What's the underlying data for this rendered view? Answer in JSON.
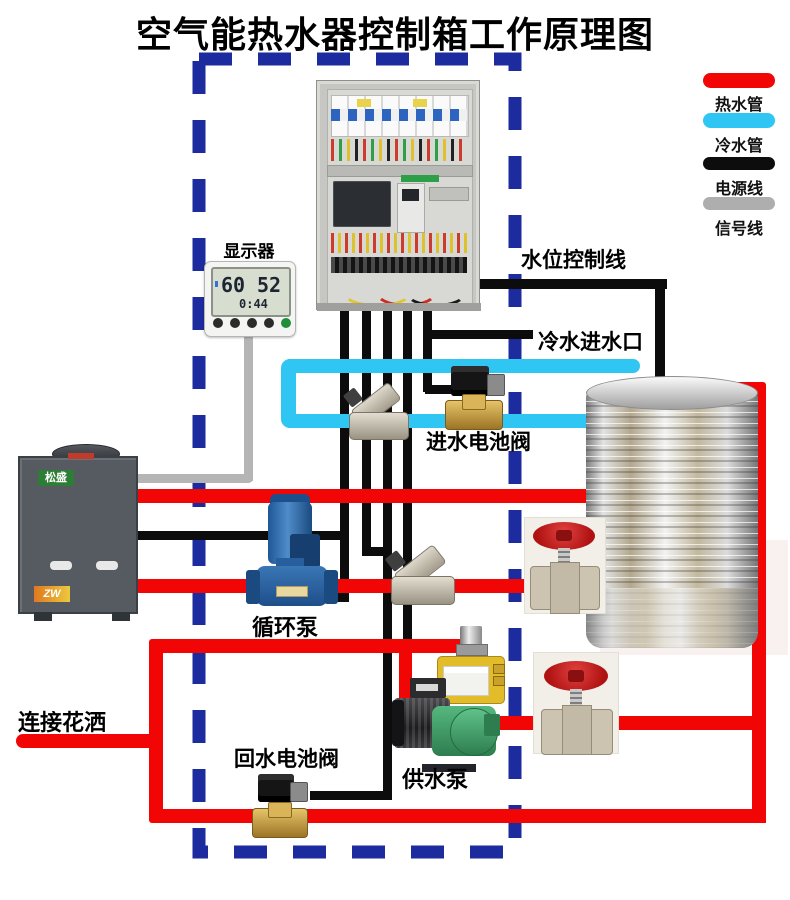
{
  "title": "空气能热水器控制箱工作原理图",
  "legend": {
    "items": [
      {
        "label": "热水管",
        "color": "#f10505"
      },
      {
        "label": "冷水管",
        "color": "#2fc6f3"
      },
      {
        "label": "电源线",
        "color": "#0d0d0d"
      },
      {
        "label": "信号线",
        "color": "#aeaeae"
      }
    ]
  },
  "labels": {
    "display_unit": "显示器",
    "water_level_control_line": "水位控制线",
    "cold_water_inlet": "冷水进水口",
    "inlet_solenoid_valve": "进水电池阀",
    "circulation_pump": "循环泵",
    "return_solenoid_valve": "回水电池阀",
    "supply_pump": "供水泵",
    "shower_connection": "连接花洒"
  },
  "display_unit": {
    "temp_left": "60",
    "temp_right": "52",
    "time": "0:44"
  },
  "heat_pump": {
    "brand": "松盛",
    "model": "ZW"
  },
  "colors": {
    "hot_pipe": "#f10505",
    "cold_pipe": "#2fc6f3",
    "power_line": "#0c0c0c",
    "signal_line": "#b5b5b5",
    "dashed_frame": "#1c2b9e"
  }
}
